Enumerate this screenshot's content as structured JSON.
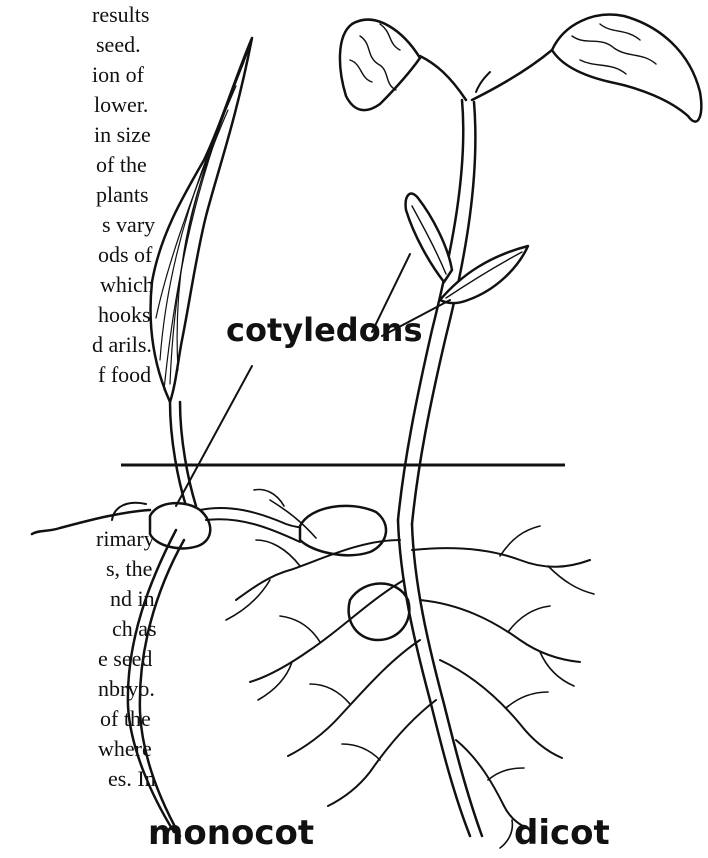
{
  "text_fragment_top": [
    "results",
    "seed.",
    "ion of",
    "lower.",
    "in size",
    "of the",
    "plants",
    "s vary",
    "ods of",
    "which",
    "hooks,",
    "d arils.",
    "f food"
  ],
  "text_fragment_bottom": [
    "rimary",
    "s, the",
    "nd in",
    "ch as",
    "e seed",
    "nbryo.",
    "of the",
    "where",
    "es. In"
  ],
  "labels": {
    "cotyledons": "cotyledons",
    "monocot": "monocot",
    "dicot": "dicot"
  }
}
